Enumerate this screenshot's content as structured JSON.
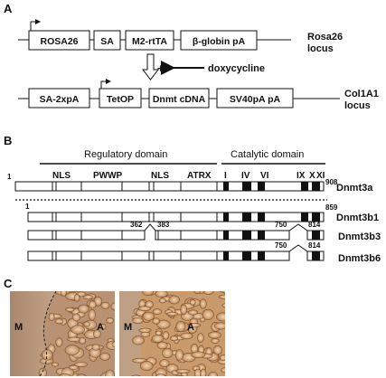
{
  "panel_a": {
    "letter": "A",
    "construct1": {
      "boxes": [
        "ROSA26",
        "SA",
        "M2-rtTA",
        "β-globin pA"
      ],
      "locus_line1": "Rosa26",
      "locus_line2": "locus"
    },
    "plus_sign": "+",
    "drug": "doxycycline",
    "construct2": {
      "boxes": [
        "SA-2xpA",
        "TetOP",
        "Dnmt cDNA",
        "SV40pA pA"
      ],
      "locus_line1": "Col1A1",
      "locus_line2": "locus"
    }
  },
  "panel_b": {
    "letter": "B",
    "regulatory_label": "Regulatory domain",
    "catalytic_label": "Catalytic domain",
    "domain_labels": [
      "NLS",
      "PWWP",
      "NLS",
      "ATRX"
    ],
    "motif_labels": [
      "I",
      "IV",
      "VI",
      "IX",
      "X",
      "XI"
    ],
    "proteins": [
      {
        "name": "Dnmt3a",
        "start": "1",
        "end": "908"
      },
      {
        "name": "Dnmt3b1",
        "start": "1",
        "end": "859"
      },
      {
        "name": "Dnmt3b3",
        "marks": [
          "362",
          "383",
          "750",
          "814"
        ]
      },
      {
        "name": "Dnmt3b6",
        "marks": [
          "750",
          "814"
        ]
      }
    ]
  },
  "panel_c": {
    "letter": "C",
    "left_image_labels": [
      "M",
      "A"
    ],
    "right_image_labels": [
      "M",
      "A"
    ]
  },
  "colors": {
    "line": "#111111",
    "motif_fill": "#111111",
    "tissue_base": "#c8a07a",
    "tissue_dark": "#8a5a34"
  }
}
